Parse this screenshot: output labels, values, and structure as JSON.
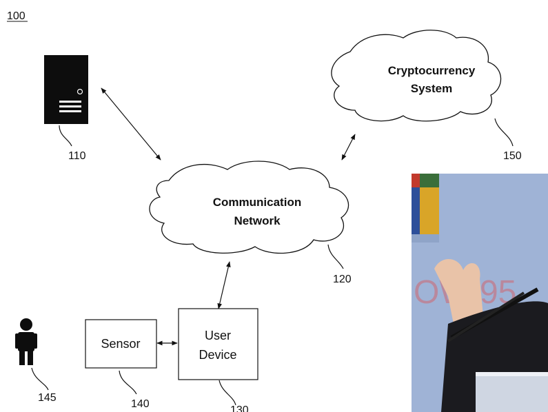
{
  "figure": {
    "number": "100"
  },
  "nodes": {
    "server": {
      "ref": "110",
      "icon": "server-tower-icon"
    },
    "network": {
      "line1": "Communication",
      "line2": "Network",
      "ref": "120"
    },
    "crypto": {
      "line1": "Cryptocurrency",
      "line2": "System",
      "ref": "150"
    },
    "user_device": {
      "line1": "User",
      "line2": "Device",
      "ref": "130"
    },
    "sensor": {
      "label": "Sensor",
      "ref": "140"
    },
    "person": {
      "ref": "145",
      "icon": "person-icon"
    }
  },
  "photo": {
    "icon": "speaker-at-podium-photo",
    "colors": {
      "backdrop": "#9fb3d6",
      "podium": "#1b1b1f",
      "skin": "#e9c3a8"
    }
  }
}
